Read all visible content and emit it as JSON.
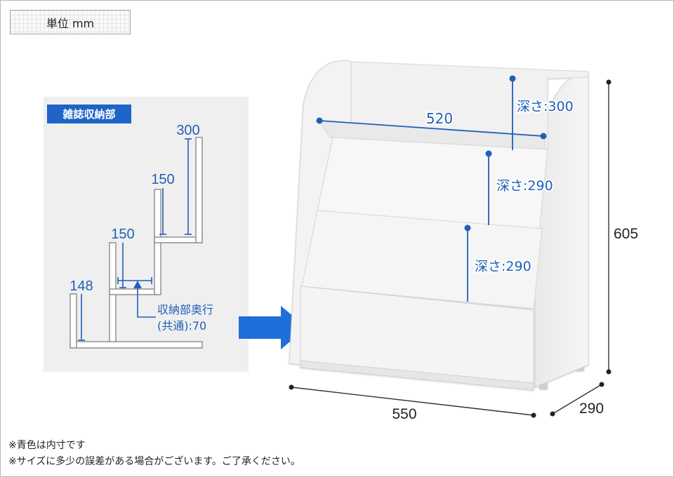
{
  "unit_label": "単位 mm",
  "magazine_section": {
    "title": "雑誌収納部",
    "inner_heights": [
      "300",
      "150",
      "150",
      "148"
    ],
    "depth_note_line1": "収納部奥行",
    "depth_note_line2": "(共通):70"
  },
  "shelf_dimensions": {
    "inner_width": "520",
    "depth_top": "深さ:300",
    "depth_middle": "深さ:290",
    "depth_bottom": "深さ:290",
    "height": "605",
    "width": "550",
    "depth": "290"
  },
  "notes": [
    "※青色は内寸です",
    "※サイズに多少の誤差がある場合がございます。ご了承ください。"
  ],
  "colors": {
    "inner_dimension_blue": "#1f5fb8",
    "arrow_blue": "#1e6fd9",
    "outline_gray": "#8a8a8a"
  }
}
